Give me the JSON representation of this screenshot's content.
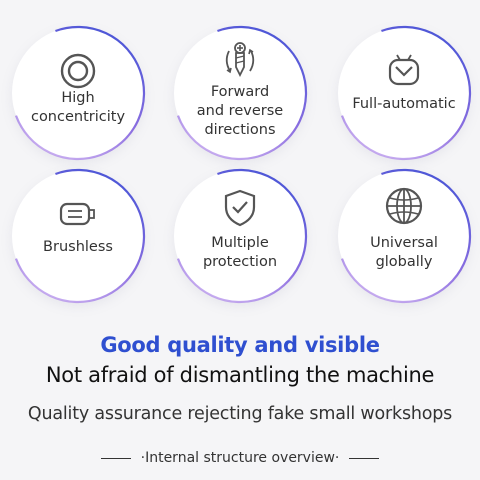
{
  "features": [
    {
      "lines": [
        "High",
        "concentricity"
      ],
      "icon": "concentric-circles-icon"
    },
    {
      "lines": [
        "Forward",
        "and reverse",
        "directions"
      ],
      "icon": "screw-rotation-icon"
    },
    {
      "lines": [
        "Full-automatic"
      ],
      "icon": "robot-face-icon"
    },
    {
      "lines": [
        "Brushless"
      ],
      "icon": "motor-icon"
    },
    {
      "lines": [
        "Multiple",
        "protection"
      ],
      "icon": "shield-check-icon"
    },
    {
      "lines": [
        "Universal",
        "globally"
      ],
      "icon": "globe-icon"
    }
  ],
  "headline": "Good quality and visible",
  "subhead": "Not afraid of dismantling the machine",
  "tagline": "Quality assurance  rejecting fake small workshops",
  "footer": "·Internal structure overview·",
  "colors": {
    "accent": "#2f4fd0",
    "ring_start": "#3e5bd6",
    "ring_end": "#b57ee6",
    "background": "#f5f5f7"
  }
}
